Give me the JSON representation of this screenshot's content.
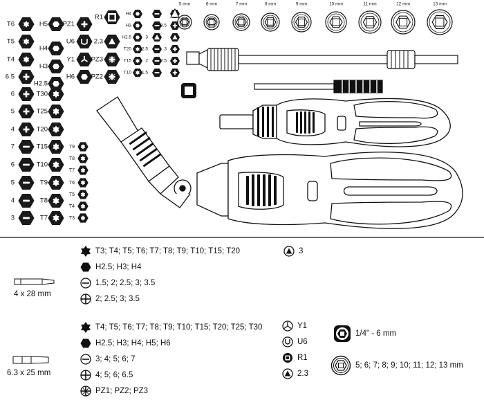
{
  "left_col_labels": [
    "T6",
    "T5",
    "T4",
    "6.5",
    "6",
    "5",
    "4",
    "7",
    "6",
    "5",
    "4",
    "3"
  ],
  "col2_labels": [
    "H5",
    "H4",
    "H3",
    "H2.5",
    "T30",
    "T25",
    "T20",
    "T15",
    "T10",
    "T9",
    "T8",
    "T7"
  ],
  "col3_labels": [
    "PZ1",
    "U6",
    "Y1",
    "H6"
  ],
  "col4_labels": [
    "R1",
    "2.3",
    "PZ3",
    "PZ2"
  ],
  "small_grid_labels": {
    "c1": [
      "H4",
      "H3",
      "H2.5",
      "T20",
      "T15",
      "T10"
    ],
    "c3": [
      "3",
      "2.5",
      "2",
      "1.5"
    ],
    "c4": [
      "3.5",
      "3",
      "2.5"
    ]
  },
  "mini_col_labels": [
    "T9",
    "T8",
    "T7",
    "T6",
    "T5",
    "T4",
    "T3"
  ],
  "socket_sizes": [
    "5 mm",
    "6 mm",
    "7 mm",
    "8 mm",
    "9 mm",
    "10 mm",
    "11 mm",
    "12 mm",
    "13 mm"
  ],
  "legend": {
    "bit1_size": "4 x 28 mm",
    "bit2_size": "6.3 x 25 mm",
    "set1": [
      {
        "icon": "torx-icon",
        "text": "T3; T4; T5; T6; T7; T8; T9; T10; T15; T20"
      },
      {
        "icon": "hex-icon",
        "text": "H2.5; H3; H4"
      },
      {
        "icon": "slotted-icon",
        "text": "1.5; 2; 2.5; 3; 3.5"
      },
      {
        "icon": "phillips-icon",
        "text": "2; 2.5; 3; 3.5"
      }
    ],
    "set1_extra": {
      "icon": "triangle-icon",
      "text": "3"
    },
    "set2": [
      {
        "icon": "torx-icon",
        "text": "T4; T5; T6; T7; T8; T9; T10; T15; T20; T25; T30"
      },
      {
        "icon": "hex-icon",
        "text": "H2.5; H3; H4; H5; H6"
      },
      {
        "icon": "slotted-icon",
        "text": "3; 4; 5; 6; 7"
      },
      {
        "icon": "phillips-icon",
        "text": "4; 5; 6; 6.5"
      },
      {
        "icon": "pozidriv-icon",
        "text": "PZ1; PZ2; PZ3"
      }
    ],
    "set2_extra": [
      {
        "icon": "y-icon",
        "text": "Y1"
      },
      {
        "icon": "u-icon",
        "text": "U6"
      },
      {
        "icon": "square-icon",
        "text": "R1"
      },
      {
        "icon": "triangle-icon",
        "text": "2.3"
      }
    ],
    "sockets": [
      {
        "icon": "adapter-icon",
        "text": "1/4\" - 6 mm"
      },
      {
        "icon": "socket-icon",
        "text": "5; 6; 7; 8; 9; 10; 11; 12; 13 mm"
      }
    ]
  },
  "colors": {
    "ink": "#111111",
    "paper": "#ffffff"
  }
}
